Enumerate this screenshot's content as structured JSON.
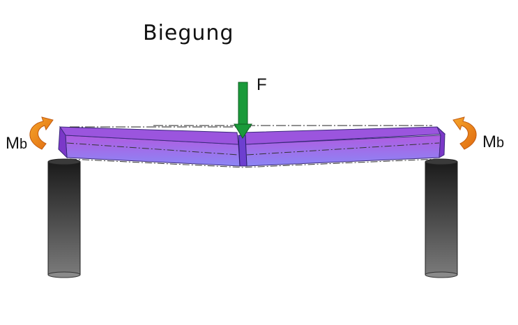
{
  "title": "Biegung",
  "force": {
    "label": "F",
    "color": "#1a9a3a"
  },
  "moments": {
    "left": {
      "main": "M",
      "sub": "b"
    },
    "right": {
      "main": "M",
      "sub": "b"
    },
    "color": "#f08a1c"
  },
  "beam": {
    "color": "#8a6cf0"
  },
  "supports": {
    "color": "#2a2a2a"
  }
}
